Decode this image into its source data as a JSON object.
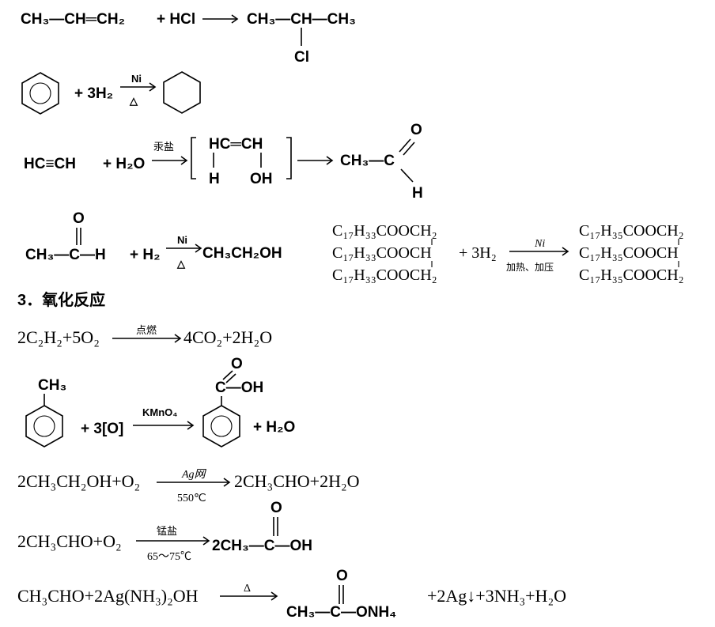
{
  "reactions": {
    "r1": {
      "reactant": "CH₃—CH═CH₂",
      "reagent": "+ HCl",
      "product_top": "CH₃—CH—CH₃",
      "product_sub": "Cl"
    },
    "r2": {
      "reagent": "+ 3H₂",
      "condition_top": "Ni",
      "condition_bottom": "△"
    },
    "r3": {
      "reactant": "HC≡CH",
      "reagent": "+ H₂O",
      "condition_top": "汞盐",
      "intermediate_top": "HC═CH",
      "intermediate_left": "H",
      "intermediate_right": "OH",
      "product": "CH₃—C",
      "product_o": "O",
      "product_h": "H"
    },
    "r4": {
      "reactant_o": "O",
      "reactant": "CH₃—C—H",
      "reagent": "+ H₂",
      "condition_top": "Ni",
      "condition_bottom": "△",
      "product": "CH₃CH₂OH"
    },
    "r5": {
      "reactant_lines": [
        "C₁₇H₃₃COOCH₂",
        "C₁₇H₃₃COOCH",
        "C₁₇H₃₃COOCH₂"
      ],
      "reagent": "+ 3H₂",
      "condition_top": "Ni",
      "condition_bottom": "加热、加压",
      "product_lines": [
        "C₁₇H₃₅COOCH₂",
        "C₁₇H₃₅COOCH",
        "C₁₇H₃₅COOCH₂"
      ]
    }
  },
  "section_heading": "3．氧化反应",
  "oxidation": {
    "o1": {
      "reactants": "2C₂H₂+5O₂",
      "condition_top": "点燃",
      "products": "4CO₂+2H₂O"
    },
    "o2": {
      "substituent": "CH₃",
      "reagent": "+ 3[O]",
      "condition_top": "KMnO₄",
      "product_o": "O",
      "product_group": "C—OH",
      "byproduct": "+ H₂O"
    },
    "o3": {
      "reactants": "2CH₃CH₂OH+O₂",
      "condition_top": "Ag网",
      "condition_bottom": "550℃",
      "products": "2CH₃CHO+2H₂O"
    },
    "o4": {
      "reactants": "2CH₃CHO+O₂",
      "condition_top": "锰盐",
      "condition_bottom": "65～75℃",
      "product_o": "O",
      "product": "2CH₃—C—OH"
    },
    "o5": {
      "reactants": "CH₃CHO+2Ag(NH₃)₂OH",
      "condition_top": "Δ",
      "product_o": "O",
      "product": "CH₃—C—ONH₄",
      "byproducts": "+2Ag↓+3NH₃+H₂O"
    }
  }
}
